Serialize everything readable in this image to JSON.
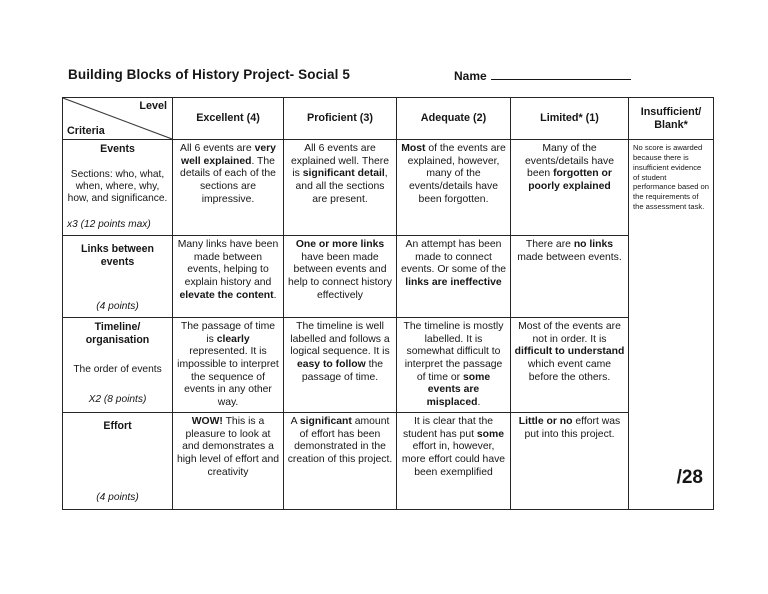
{
  "document": {
    "title": "Building Blocks of History Project- Social 5",
    "name_label": "Name"
  },
  "rubric": {
    "corner": {
      "level": "Level",
      "criteria": "Criteria"
    },
    "levels": [
      "Excellent (4)",
      "Proficient (3)",
      "Adequate (2)",
      "Limited* (1)",
      "Insufficient/ Blank*"
    ],
    "insufficient_note": "No score is awarded because there is insufficient evidence of student performance based on the requirements of the assessment task.",
    "score_total": "/28",
    "rows": [
      {
        "criteria": {
          "title": "Events",
          "desc": "Sections: who, what, when, where, why, how, and significance.",
          "points": "x3 (12 points max)"
        },
        "cells": {
          "excellent": [
            {
              "t": "All 6 events are "
            },
            {
              "t": "very well explained",
              "b": true
            },
            {
              "t": ". The details of each of the sections are impressive."
            }
          ],
          "proficient": [
            {
              "t": "All 6 events are explained well. There is "
            },
            {
              "t": "significant detail",
              "b": true
            },
            {
              "t": ", and all the sections are present."
            }
          ],
          "adequate": [
            {
              "t": "Most",
              "b": true
            },
            {
              "t": " of the events are explained, however, many of the events/details have been forgotten."
            }
          ],
          "limited": [
            {
              "t": "Many of the events/details have been "
            },
            {
              "t": "forgotten or poorly explained",
              "b": true
            }
          ]
        }
      },
      {
        "criteria": {
          "title": "Links between events",
          "points": "(4 points)"
        },
        "cells": {
          "excellent": [
            {
              "t": "Many links have been made between events, helping to explain history and "
            },
            {
              "t": "elevate the content",
              "b": true
            },
            {
              "t": "."
            }
          ],
          "proficient": [
            {
              "t": "One or more links",
              "b": true
            },
            {
              "t": " have been made between events and help to connect history effectively"
            }
          ],
          "adequate": [
            {
              "t": "An attempt has been made to connect events. Or some of the "
            },
            {
              "t": "links are ineffective",
              "b": true
            }
          ],
          "limited": [
            {
              "t": "There are "
            },
            {
              "t": "no links",
              "b": true
            },
            {
              "t": " made between events."
            }
          ]
        }
      },
      {
        "criteria": {
          "title": "Timeline/ organisation",
          "desc": "The order of events",
          "points": "X2 (8 points)"
        },
        "cells": {
          "excellent": [
            {
              "t": "The passage of time is "
            },
            {
              "t": "clearly",
              "b": true
            },
            {
              "t": " represented. It is impossible to interpret the sequence of events in any other way."
            }
          ],
          "proficient": [
            {
              "t": "The timeline is well labelled and follows a logical sequence. It is "
            },
            {
              "t": "easy to follow",
              "b": true
            },
            {
              "t": " the passage of time."
            }
          ],
          "adequate": [
            {
              "t": "The timeline is mostly labelled. It is somewhat difficult to interpret the passage of time or "
            },
            {
              "t": "some events are misplaced",
              "b": true
            },
            {
              "t": "."
            }
          ],
          "limited": [
            {
              "t": "Most of the events are not in order. It is "
            },
            {
              "t": "difficult to understand",
              "b": true
            },
            {
              "t": " which event came before the others."
            }
          ]
        }
      },
      {
        "criteria": {
          "title": "Effort",
          "points": "(4 points)"
        },
        "cells": {
          "excellent": [
            {
              "t": "WOW!",
              "b": true
            },
            {
              "t": " This is a pleasure to look at and demonstrates a high level of effort and creativity"
            }
          ],
          "proficient": [
            {
              "t": "A "
            },
            {
              "t": "significant",
              "b": true
            },
            {
              "t": " amount of effort has been demonstrated in the creation of this project."
            }
          ],
          "adequate": [
            {
              "t": "It is clear that the student has put "
            },
            {
              "t": "some",
              "b": true
            },
            {
              "t": " effort in, however, more effort could have been exemplified"
            }
          ],
          "limited": [
            {
              "t": "Little or no",
              "b": true
            },
            {
              "t": " effort was put into this project."
            }
          ]
        }
      }
    ]
  }
}
